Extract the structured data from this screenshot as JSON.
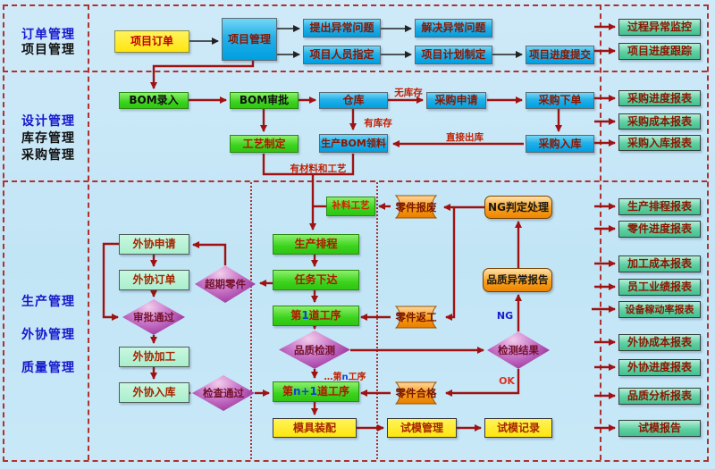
{
  "sidebar": {
    "b1l1": "订单管理",
    "b1l2": "项目管理",
    "b2l1": "设计管理",
    "b2l2": "库存管理",
    "b2l3": "采购管理",
    "b3l1": "生产管理",
    "b3l2": "外协管理",
    "b3l3": "质量管理"
  },
  "nodes": {
    "project_order": "项目订单",
    "project_mgmt": "项目管理",
    "raise_issue": "提出异常问题",
    "solve_issue": "解决异常问题",
    "assign_staff": "项目人员指定",
    "make_plan": "项目计划制定",
    "submit_progress": "项目进度提交",
    "bom_entry": "BOM录入",
    "bom_approve": "BOM审批",
    "warehouse": "仓库",
    "purchase_request": "采购申请",
    "purchase_order": "采购下单",
    "process_design": "工艺制定",
    "bom_picking": "生产BOM领料",
    "purchase_inbound": "采购入库",
    "refill_process": "补料工艺",
    "prod_schedule": "生产排程",
    "task_dispatch": "任务下达",
    "step1_pre": "第",
    "step1_num": "1",
    "step1_suf": "道工序",
    "stepn_pre": "第",
    "stepn_num": "n+1",
    "stepn_suf": "道工序",
    "mold_assembly": "模具装配",
    "trial_mgmt": "试模管理",
    "trial_record": "试模记录",
    "outsource_request": "外协申请",
    "outsource_order": "外协订单",
    "outsource_process": "外协加工",
    "outsource_inbound": "外协入库",
    "d_overdue": "超期零件",
    "d_approved": "审批通过",
    "d_inspect_pass": "检查通过",
    "d_quality_check": "品质检测",
    "d_check_result": "检测结果",
    "ng_handle": "NG判定处理",
    "quality_report": "品质异常报告",
    "part_scrap": "零件报废",
    "part_rework": "零件返工",
    "part_pass": "零件合格"
  },
  "reports": {
    "process_monitor": "过程异常监控",
    "progress_track": "项目进度跟踪",
    "purchase_progress": "采购进度报表",
    "purchase_cost": "采购成本报表",
    "purchase_inbound_report": "采购入库报表",
    "schedule_report": "生产排程报表",
    "part_progress": "零件进度报表",
    "machining_cost": "加工成本报表",
    "staff_performance": "员工业绩报表",
    "equipment_utilization": "设备稼动率报表",
    "outsource_cost": "外协成本报表",
    "outsource_progress": "外协进度报表",
    "quality_analysis": "品质分析报表",
    "trial_report": "试模报告"
  },
  "edge_labels": {
    "no_stock": "无库存",
    "has_stock": "有库存",
    "direct_out": "直接出库",
    "mat_process": "有材料和工艺",
    "ng": "NG",
    "ok": "OK",
    "nth_pre": "…第",
    "nth_n": "n",
    "nth_suf": "工序"
  },
  "colors": {
    "background": "#c2e5f6",
    "divider_red": "#b03030",
    "arrow_red": "#a01212",
    "arrow_black": "#222222",
    "accent_blue_box": "#00a2e4",
    "accent_green_box": "#3bd31c",
    "accent_teal_box": "#5ecfa2",
    "accent_orange_box": "#f8a01e",
    "accent_purple_diamond": "#a746a8",
    "accent_yellow_box": "#ffe60e"
  }
}
